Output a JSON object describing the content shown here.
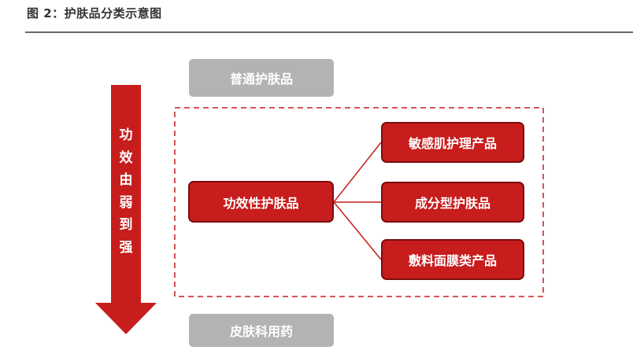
{
  "figure_title": "图 2：护肤品分类示意图",
  "axis": {
    "chars": [
      "功",
      "效",
      "由",
      "弱",
      "到",
      "强"
    ]
  },
  "top_box": "普通护肤品",
  "bottom_box": "皮肤科用药",
  "center_box": "功效性护肤品",
  "branches": [
    "敏感肌护理产品",
    "成分型护肤品",
    "敷料面膜类产品"
  ],
  "colors": {
    "red": "#c81d1d",
    "red_border": "#7a0d0d",
    "gray": "#b3b3b3",
    "dash": "#c81d1d"
  }
}
